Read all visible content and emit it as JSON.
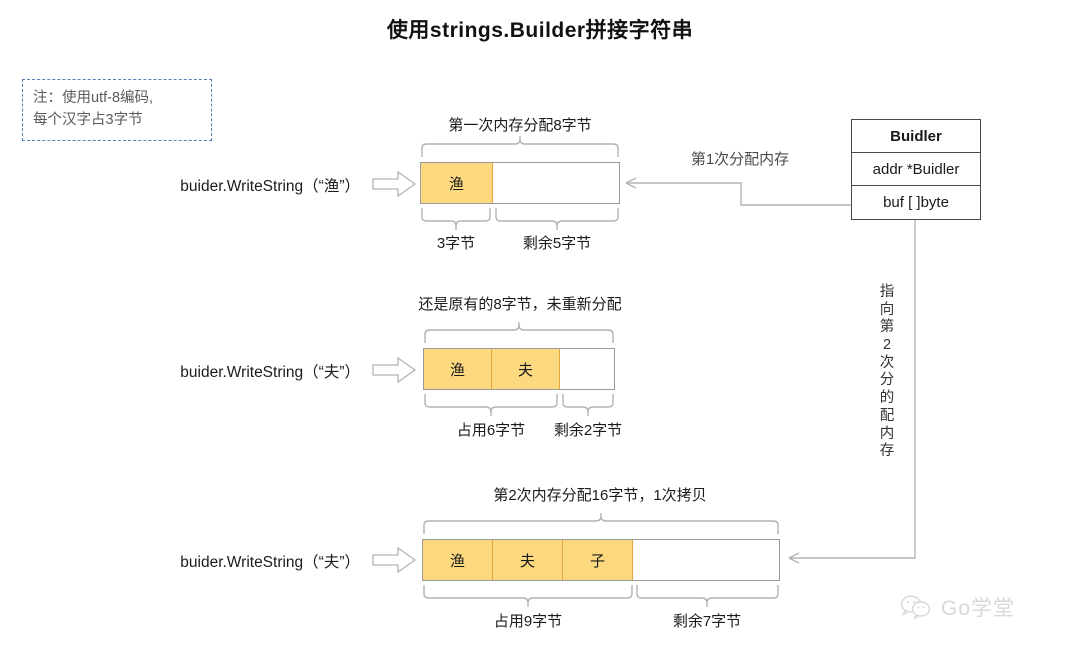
{
  "title": "使用strings.Builder拼接字符串",
  "note": {
    "line1": "注：使用utf-8编码,",
    "line2": "每个汉字占3字节"
  },
  "rows": [
    {
      "call_label": "buider.WriteString（“渔”）",
      "top_caption": "第一次内存分配8字节",
      "cells": [
        "渔"
      ],
      "used_caption": "3字节",
      "free_caption": "剩余5字节"
    },
    {
      "call_label": "buider.WriteString（“夫”）",
      "top_caption": "还是原有的8字节，未重新分配",
      "cells": [
        "渔",
        "夫"
      ],
      "used_caption": "占用6字节",
      "free_caption": "剩余2字节"
    },
    {
      "call_label": "buider.WriteString（“夫”）",
      "top_caption": "第2次内存分配16字节，1次拷贝",
      "cells": [
        "渔",
        "夫",
        "子"
      ],
      "used_caption": "占用9字节",
      "free_caption": "剩余7字节"
    }
  ],
  "alloc_label": "第1次分配内存",
  "struct": {
    "name": "Buidler",
    "fields": [
      "addr *Buidler",
      "buf [ ]byte"
    ]
  },
  "pointer_note": [
    "指",
    "向",
    "第",
    "2",
    "次",
    "分",
    "的",
    "配",
    "内",
    "存"
  ],
  "watermark": {
    "icon": "wechat-icon",
    "text": "Go学堂"
  },
  "colors": {
    "used_fill": "#fcd97f",
    "used_stroke": "#e8a33d",
    "box_stroke": "#9a9a9a",
    "note_stroke": "#5b7fb5",
    "struct_stroke": "#4a4a4a",
    "connector": "#b3b3b3",
    "watermark": "#d8d8d8"
  }
}
